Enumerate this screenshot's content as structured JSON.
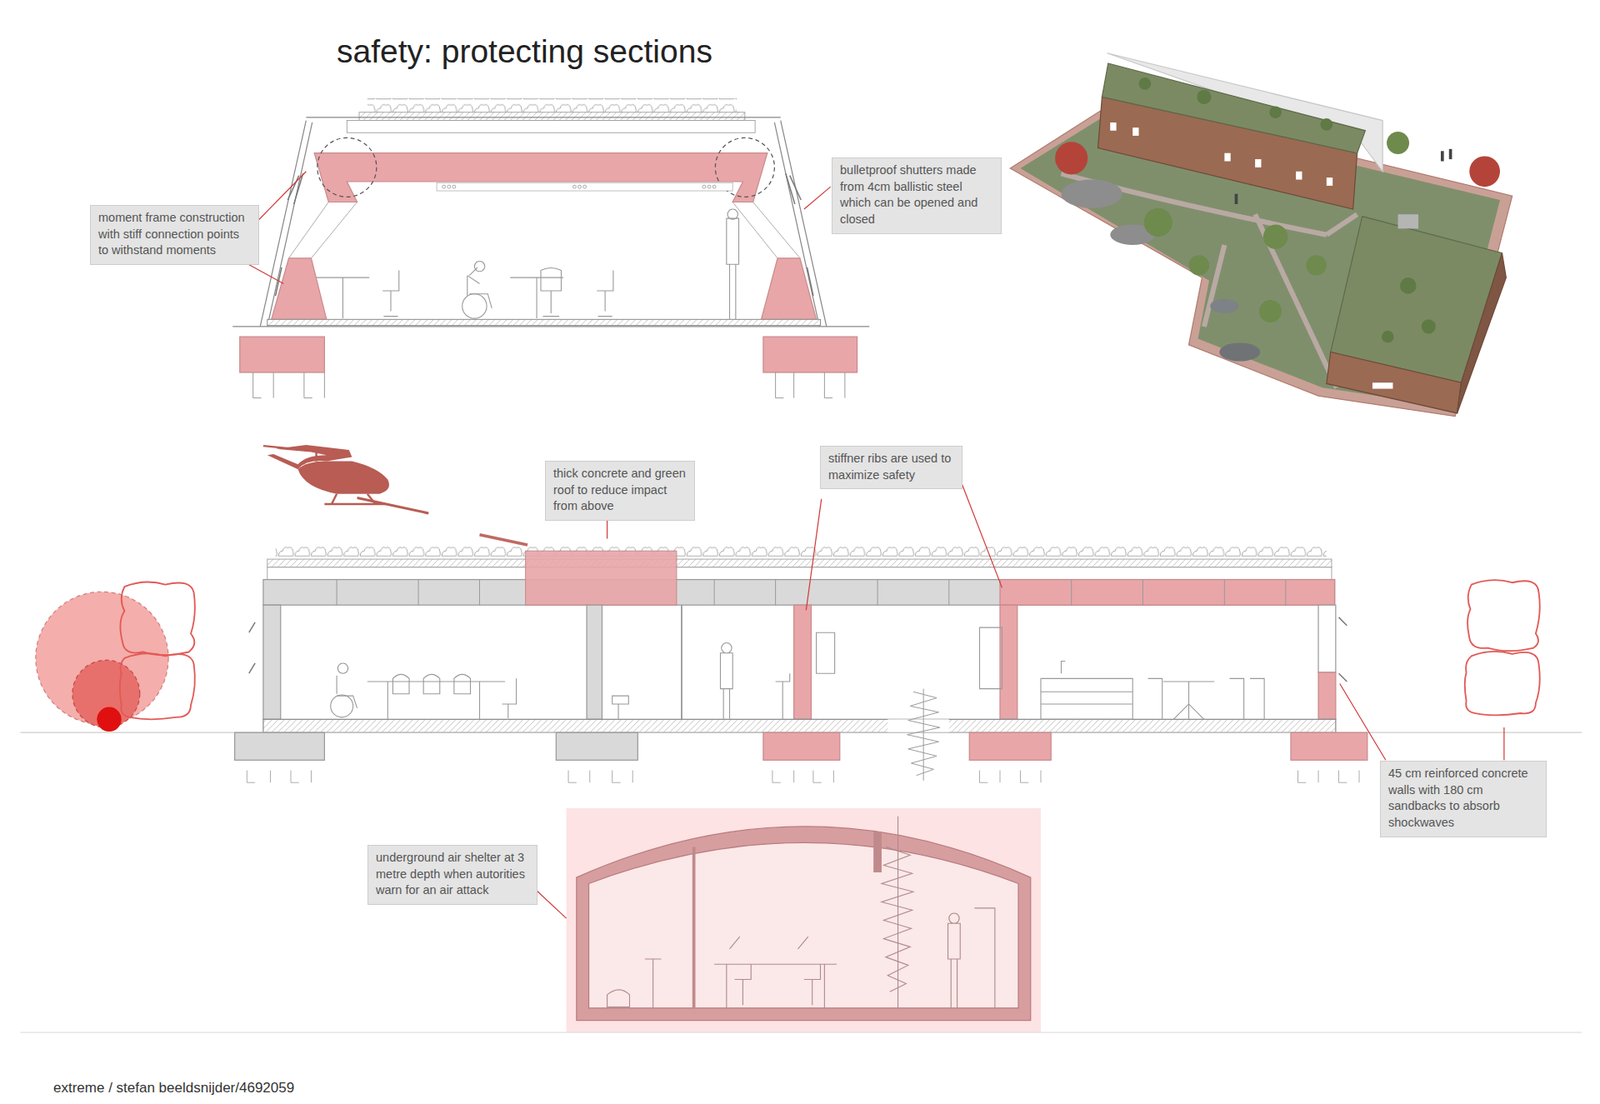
{
  "diagram": {
    "title": "safety: protecting sections",
    "caption": "extreme / stefan beeldsnijder/4692059",
    "nodes": [
      {
        "text": [
          "moment frame construction with stiff connection points to withstand moments"
        ]
      },
      {
        "text": [
          "bulletproof shutters made from 4cm ballistic steel which can be opened and closed"
        ]
      },
      {
        "text": [
          "thick concrete and green roof to reduce impact from above"
        ]
      },
      {
        "text": [
          "stiffner ribs are used to maximize safety"
        ]
      },
      {
        "text": [
          "underground air shelter at 3 metre depth when autorities warn for an air attack"
        ]
      },
      {
        "text": [
          "45 cm reinforced concrete walls with 180 cm sandbacks to absorb shockwaves"
        ]
      }
    ],
    "edges": []
  }
}
